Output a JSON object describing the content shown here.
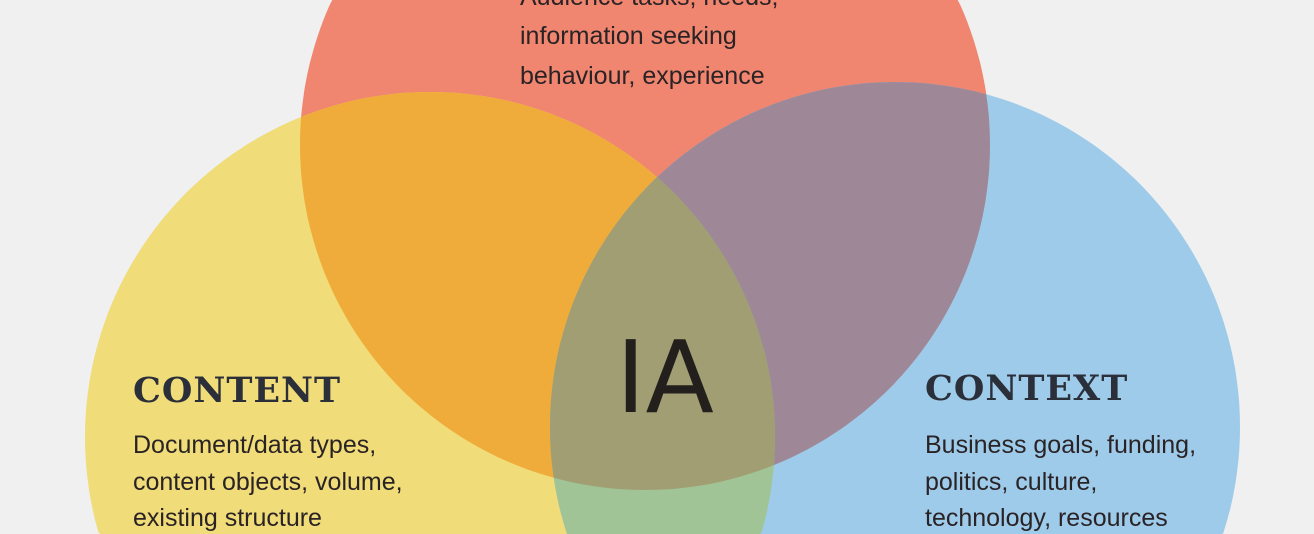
{
  "diagram": {
    "center_label": "IA",
    "circles": [
      {
        "id": "users",
        "color": "#f0866f",
        "lines": [
          "Audience tasks, needs,",
          "information seeking",
          "behaviour, experience"
        ]
      },
      {
        "id": "content",
        "color": "#f0dc78",
        "heading": "CONTENT",
        "lines": [
          "Document/data types,",
          "content objects, volume,",
          "existing structure"
        ]
      },
      {
        "id": "context",
        "color": "#9ecbe9",
        "heading": "CONTEXT",
        "lines": [
          "Business goals, funding,",
          "politics, culture,",
          "technology, resources"
        ]
      }
    ],
    "overlap_colors": {
      "users_content": "#f0ac3a",
      "users_context": "#9e8898",
      "content_context": "#a0c496",
      "all": "#a09e72"
    }
  }
}
